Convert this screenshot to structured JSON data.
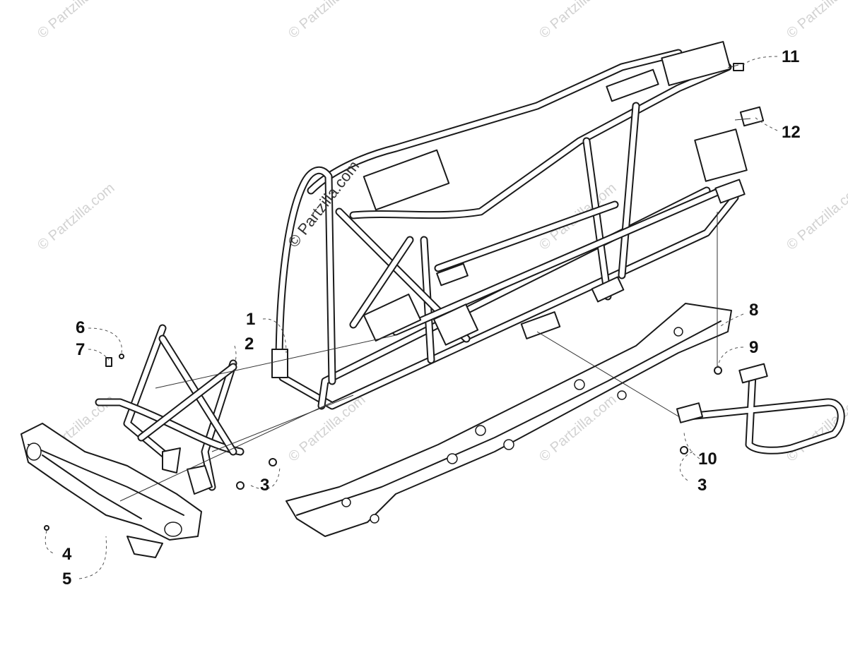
{
  "watermark": {
    "text": "© Partzilla.com",
    "main_text": "© Partzilla.com"
  },
  "callouts": [
    {
      "id": "c1",
      "label": "1"
    },
    {
      "id": "c2",
      "label": "2"
    },
    {
      "id": "c3a",
      "label": "3"
    },
    {
      "id": "c3b",
      "label": "3"
    },
    {
      "id": "c4",
      "label": "4"
    },
    {
      "id": "c5",
      "label": "5"
    },
    {
      "id": "c6",
      "label": "6"
    },
    {
      "id": "c7",
      "label": "7"
    },
    {
      "id": "c8",
      "label": "8"
    },
    {
      "id": "c9",
      "label": "9"
    },
    {
      "id": "c10",
      "label": "10"
    },
    {
      "id": "c11",
      "label": "11"
    },
    {
      "id": "c12",
      "label": "12"
    }
  ]
}
